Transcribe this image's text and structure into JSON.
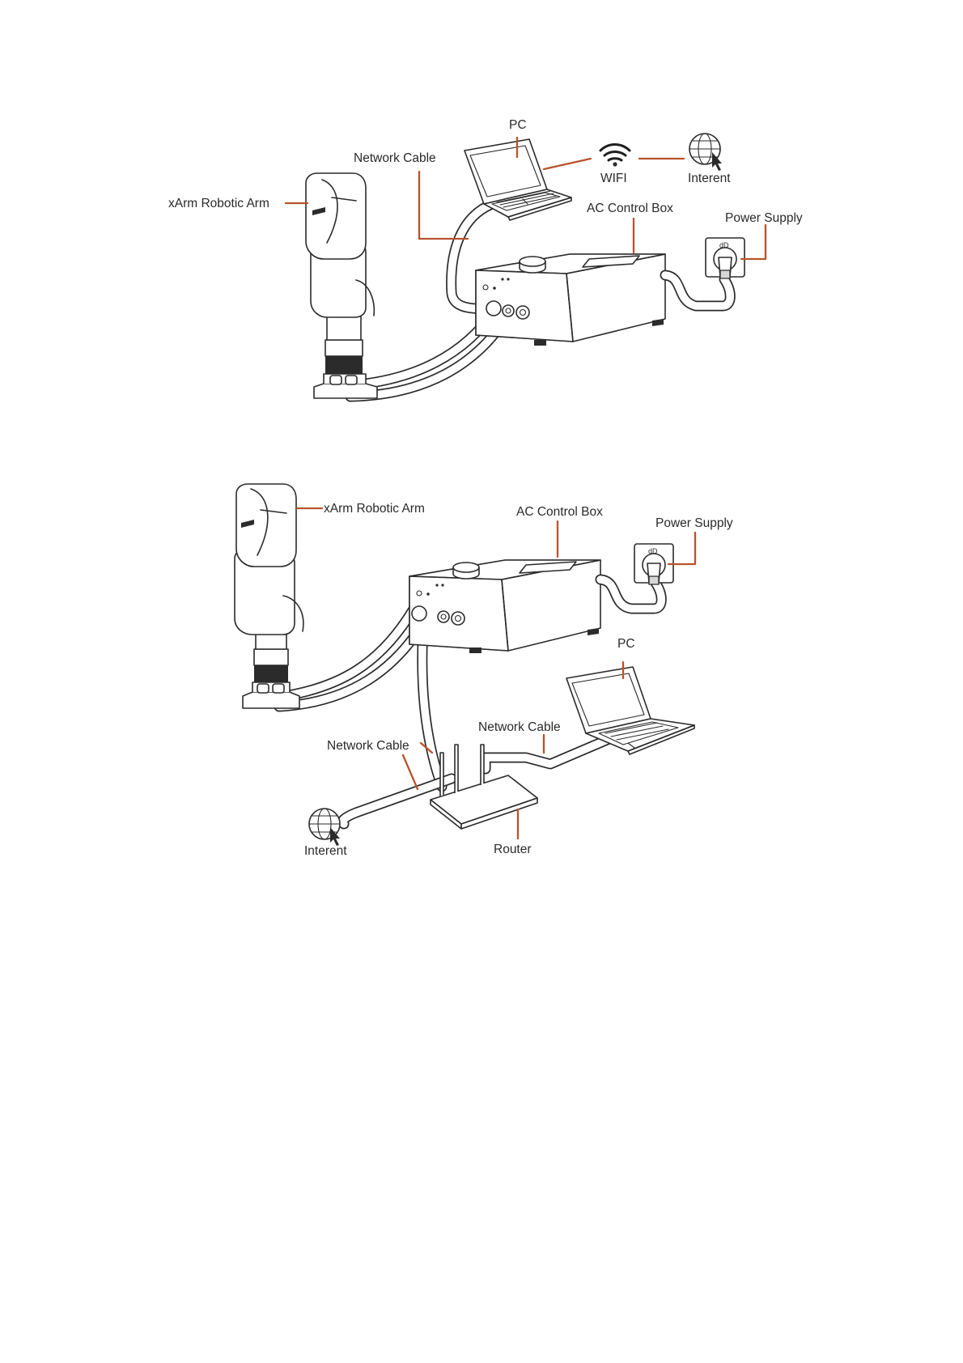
{
  "diagram_1": {
    "labels": {
      "pc": "PC",
      "network_cable": "Network Cable",
      "wifi": "WIFI",
      "internet": "Interent",
      "robotic_arm": "xArm Robotic Arm",
      "control_box": "AC Control Box",
      "power_supply": "Power Supply"
    }
  },
  "diagram_2": {
    "labels": {
      "robotic_arm": "xArm Robotic Arm",
      "control_box": "AC Control Box",
      "power_supply": "Power Supply",
      "pc": "PC",
      "network_cable_right": "Network Cable",
      "network_cable_left": "Network Cable",
      "internet": "Interent",
      "router": "Router"
    }
  },
  "colors": {
    "leader_line": "#b9532b",
    "outline": "#2b2b2b",
    "text": "#2a2a2a",
    "background": "#ffffff"
  },
  "icons": [
    "laptop-icon",
    "wifi-icon",
    "globe-icon",
    "robot-arm-icon",
    "control-box-icon",
    "power-socket-icon",
    "router-icon",
    "cursor-icon"
  ]
}
